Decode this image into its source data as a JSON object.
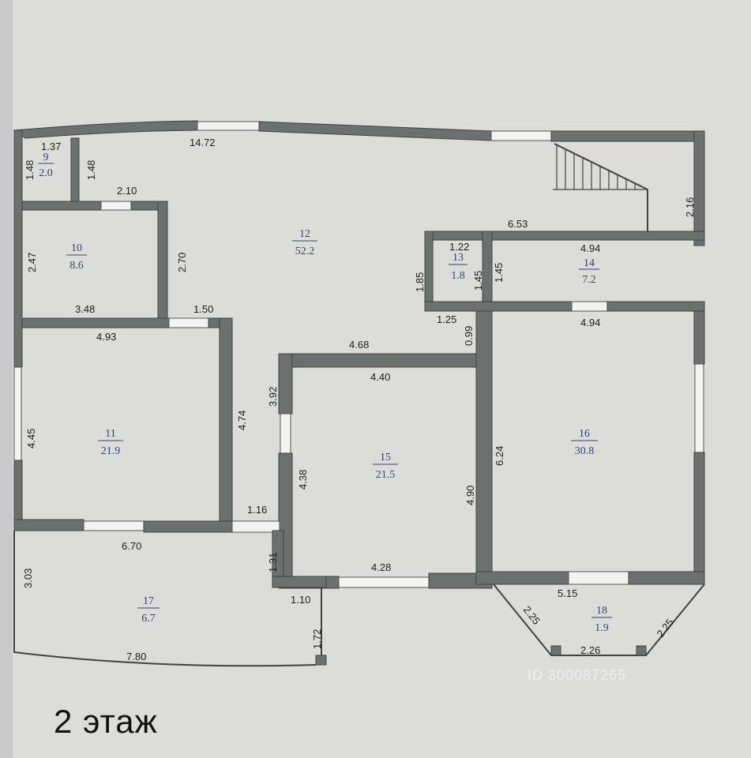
{
  "floor_label": "2 этаж",
  "watermark": "ID 300087265",
  "rooms": [
    {
      "id": "9",
      "number": "9",
      "area": "2.0"
    },
    {
      "id": "10",
      "number": "10",
      "area": "8.6"
    },
    {
      "id": "11",
      "number": "11",
      "area": "21.9"
    },
    {
      "id": "12",
      "number": "12",
      "area": "52.2"
    },
    {
      "id": "13",
      "number": "13",
      "area": "1.8"
    },
    {
      "id": "14",
      "number": "14",
      "area": "7.2"
    },
    {
      "id": "15",
      "number": "15",
      "area": "21.5"
    },
    {
      "id": "16",
      "number": "16",
      "area": "30.8"
    },
    {
      "id": "17",
      "number": "17",
      "area": "6.7"
    },
    {
      "id": "18",
      "number": "18",
      "area": "1.9"
    }
  ],
  "dimensions": {
    "top_wall": "14.72",
    "r9_width": "1.37",
    "r9_height_left": "1.48",
    "r9_height_right": "1.48",
    "r10_top": "2.10",
    "r10_left": "2.47",
    "r10_right": "2.70",
    "r10_bottom": "3.48",
    "door_11": "1.50",
    "r11_top": "4.93",
    "r11_left": "4.45",
    "r11_right": "4.74",
    "r11_bottom": "6.70",
    "stair_side": "2.16",
    "block_top": "6.53",
    "r13_top": "1.22",
    "r13_left": "1.85",
    "r13_right": "1.45",
    "r13_bottom": "1.25",
    "r14_top": "4.94",
    "r14_left": "1.45",
    "r14_bottom": "4.94",
    "corridor": "0.99",
    "r15_outer_top": "4.68",
    "r15_top": "4.40",
    "r15_left_upper": "3.92",
    "r15_left": "4.38",
    "r15_right": "4.90",
    "r15_bottom": "4.28",
    "r16_left": "6.24",
    "r17_door": "1.16",
    "r17_step": "1.31",
    "r17_corner": "1.10",
    "r17_right": "1.72",
    "r17_left": "3.03",
    "r17_bottom": "7.80",
    "r18_top": "5.15",
    "r18_left": "2.25",
    "r18_right": "2.25",
    "r18_bottom": "2.26"
  }
}
